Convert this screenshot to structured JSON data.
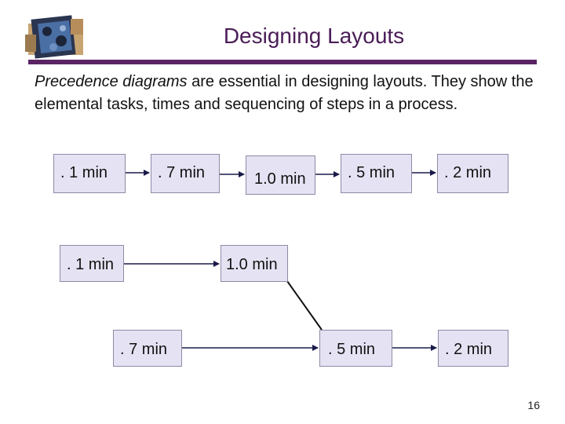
{
  "title": "Designing Layouts",
  "intro": {
    "emphasis": "Precedence diagrams",
    "text": " are essential in designing layouts. They show the elemental tasks, times and sequencing of steps in a process."
  },
  "diagram": {
    "top_row": [
      ". 1 min",
      ". 7 min",
      "1.0 min",
      ". 5 min",
      ". 2 min"
    ],
    "middle_row": [
      ". 1 min",
      "1.0 min"
    ],
    "bottom_row": [
      ". 7 min",
      ". 5 min",
      ". 2 min"
    ]
  },
  "page_number": "16"
}
